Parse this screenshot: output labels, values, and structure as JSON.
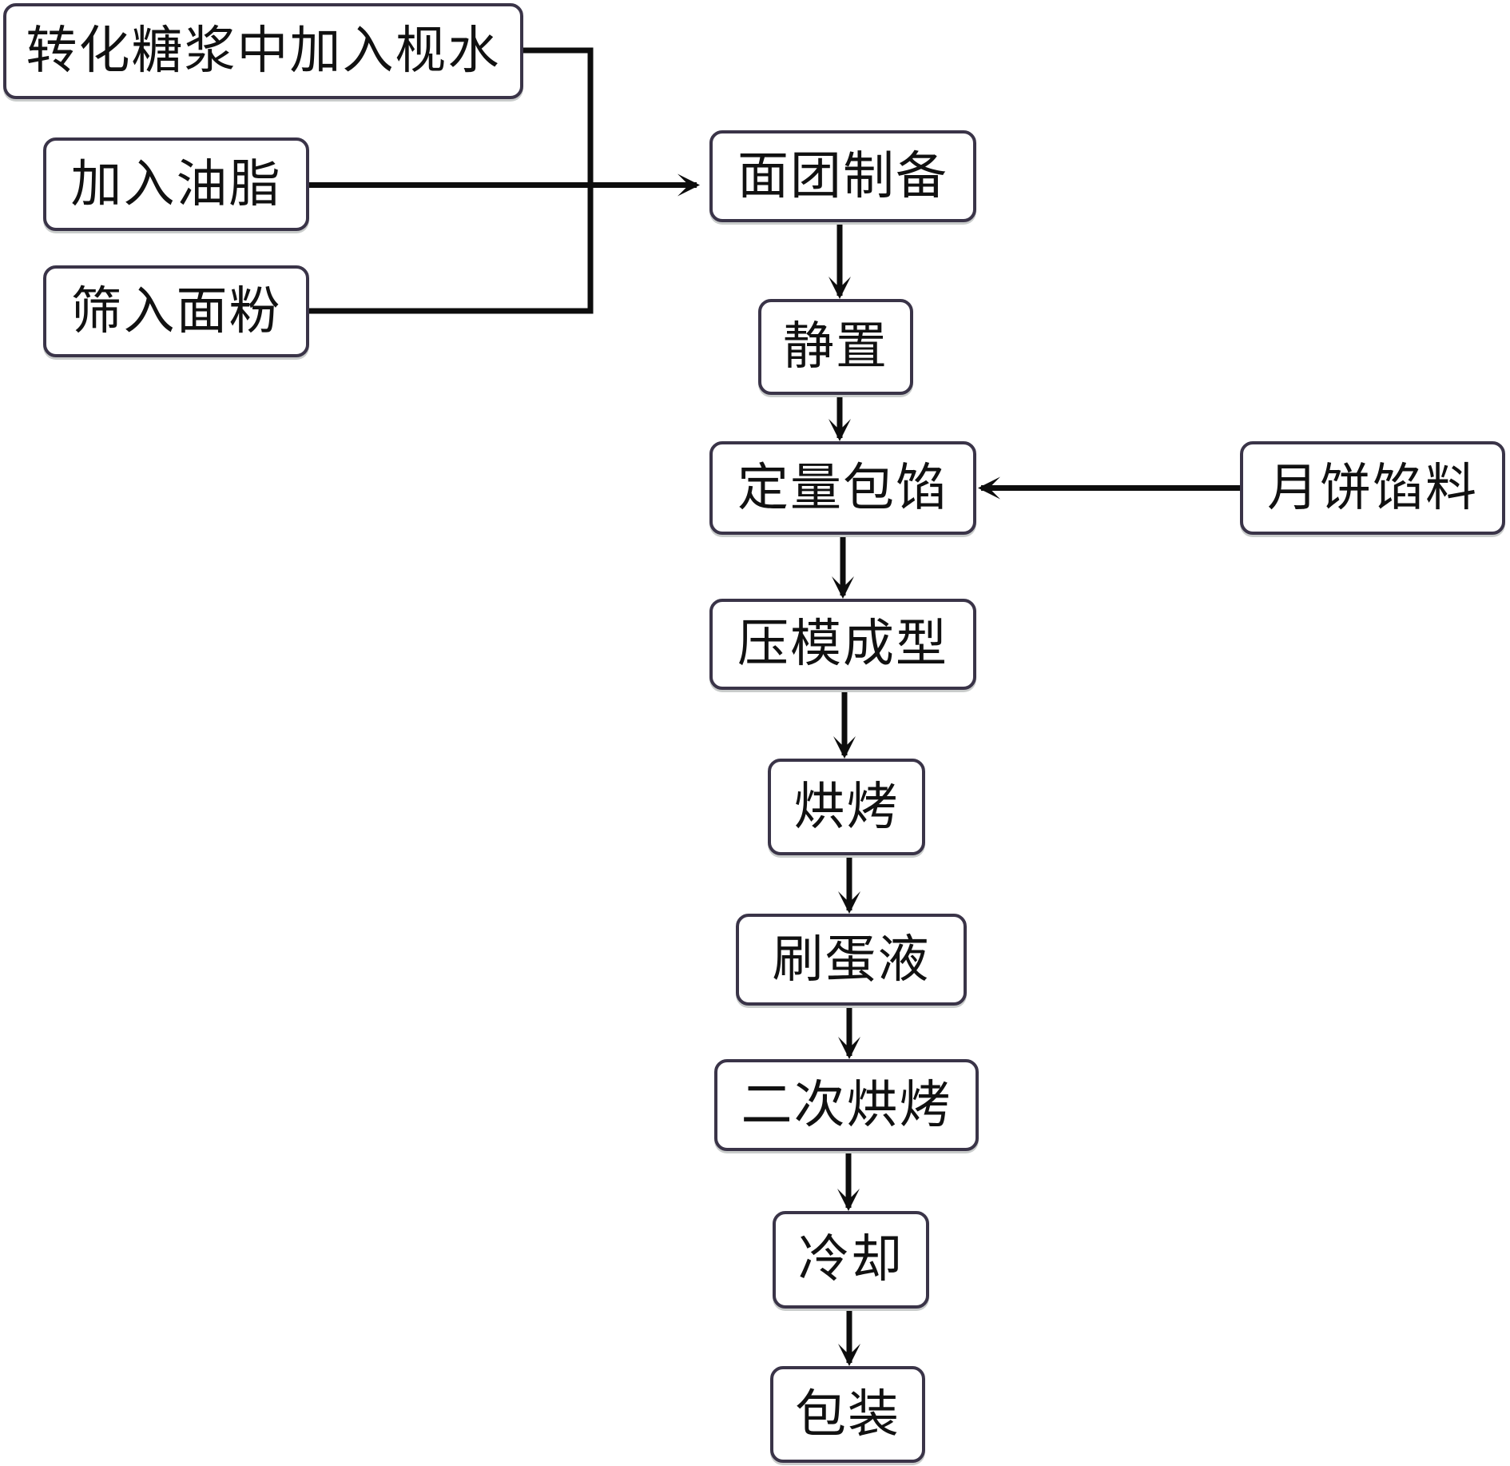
{
  "diagram": {
    "type": "process-flowchart",
    "inputs": [
      {
        "id": "n-top",
        "label": "转化糖浆中加入枧水"
      },
      {
        "id": "n-oil",
        "label": "加入油脂"
      },
      {
        "id": "n-flour",
        "label": "筛入面粉"
      }
    ],
    "steps": [
      {
        "id": "n-dough",
        "label": "面团制备"
      },
      {
        "id": "n-rest",
        "label": "静置"
      },
      {
        "id": "n-wrap",
        "label": "定量包馅"
      },
      {
        "id": "n-mold",
        "label": "压模成型"
      },
      {
        "id": "n-bake",
        "label": "烘烤"
      },
      {
        "id": "n-egg",
        "label": "刷蛋液"
      },
      {
        "id": "n-bake2",
        "label": "二次烘烤"
      },
      {
        "id": "n-cool",
        "label": "冷却"
      },
      {
        "id": "n-pack",
        "label": "包装"
      }
    ],
    "side_input": {
      "id": "n-fill",
      "label": "月饼馅料"
    },
    "edges": [
      {
        "from": "n-top",
        "to": "n-dough"
      },
      {
        "from": "n-oil",
        "to": "n-dough"
      },
      {
        "from": "n-flour",
        "to": "n-dough"
      },
      {
        "from": "n-dough",
        "to": "n-rest"
      },
      {
        "from": "n-rest",
        "to": "n-wrap"
      },
      {
        "from": "n-fill",
        "to": "n-wrap"
      },
      {
        "from": "n-wrap",
        "to": "n-mold"
      },
      {
        "from": "n-mold",
        "to": "n-bake"
      },
      {
        "from": "n-bake",
        "to": "n-egg"
      },
      {
        "from": "n-egg",
        "to": "n-bake2"
      },
      {
        "from": "n-bake2",
        "to": "n-cool"
      },
      {
        "from": "n-cool",
        "to": "n-pack"
      }
    ],
    "colors": {
      "border": "#3a3448",
      "line": "#0d0d0d",
      "text": "#111111",
      "background": "#ffffff"
    }
  }
}
